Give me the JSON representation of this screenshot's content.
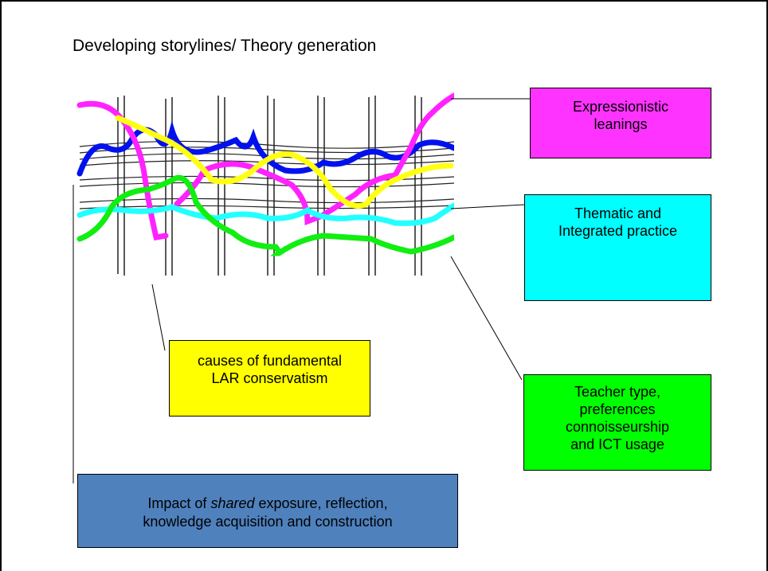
{
  "slide": {
    "title": "Developing storylines/ Theory generation"
  },
  "colors": {
    "expressionistic": "#ff33ff",
    "thematic": "#00ffff",
    "teacher": "#00ff00",
    "causes": "#ffff00",
    "impact": "#4f81bd",
    "weave_magenta": "#ff22ff",
    "weave_blue": "#0011ee",
    "weave_yellow": "#ffff11",
    "weave_cyan": "#22ffff",
    "weave_green": "#11ee11"
  },
  "labels": {
    "expressionistic": [
      "Expressionistic",
      "leanings"
    ],
    "thematic": [
      "Thematic and",
      "Integrated practice"
    ],
    "teacher": [
      "Teacher type,",
      "preferences",
      "connoisseurship",
      "and ICT usage"
    ],
    "causes": [
      "causes of fundamental",
      "LAR conservatism"
    ],
    "impact": {
      "before": "Impact of ",
      "emphasis": "shared",
      "after": " exposure, reflection,",
      "line2": "knowledge acquisition and construction"
    }
  },
  "icons": {
    "weave": "woven-threads-illustration"
  }
}
